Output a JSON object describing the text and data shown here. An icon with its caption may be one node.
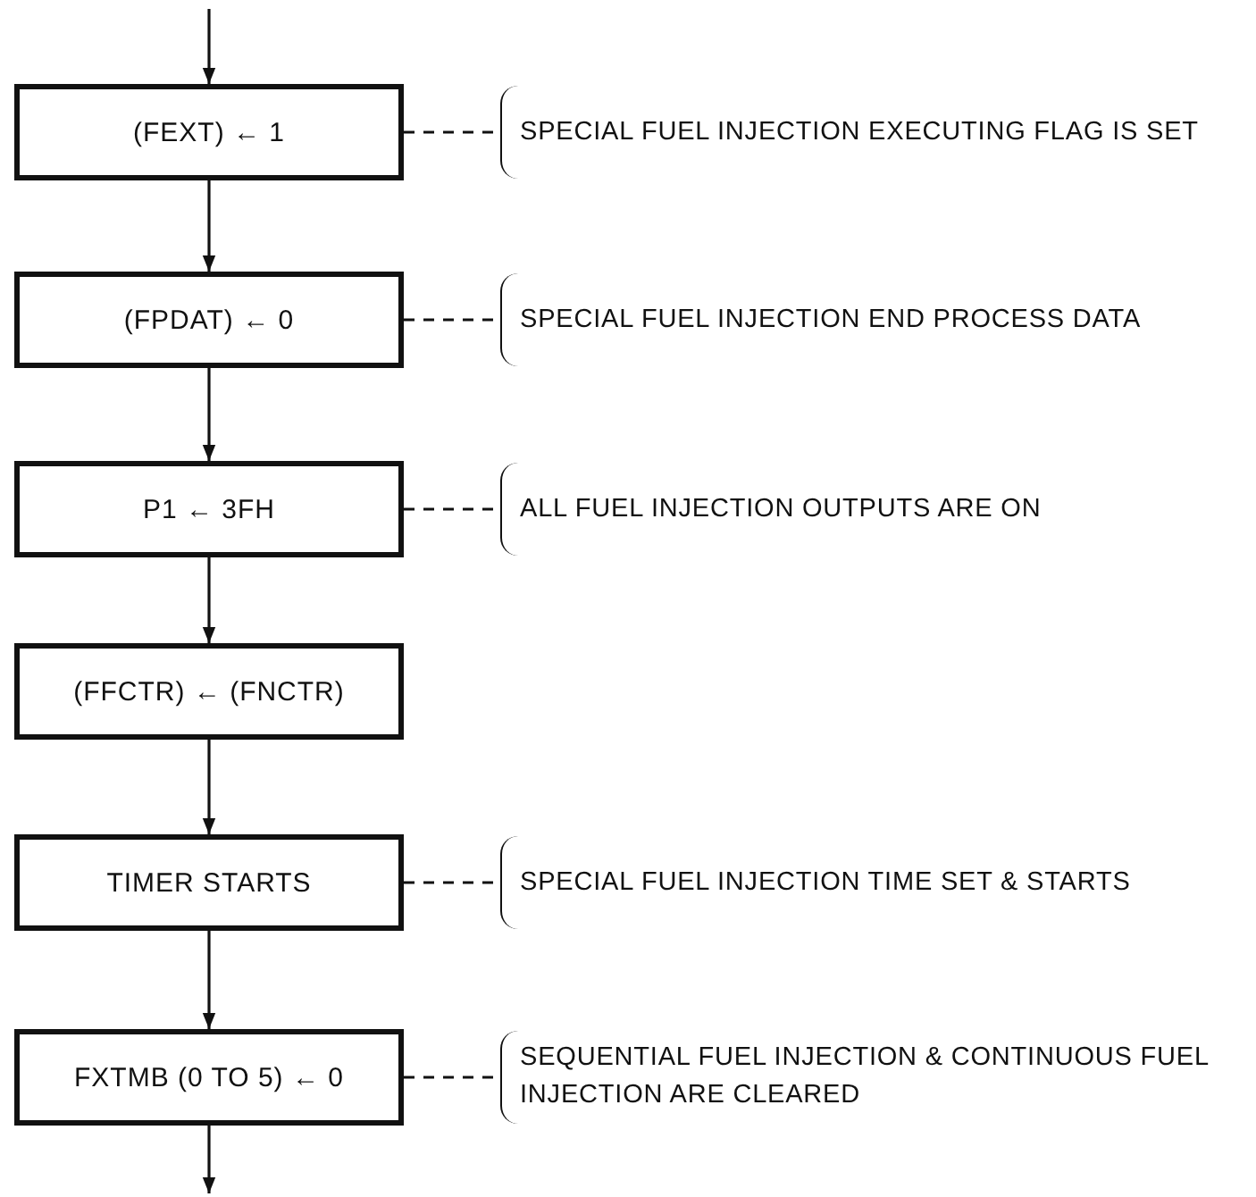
{
  "diagram": {
    "nodes": [
      {
        "text": [
          "(FEXT) ← 1"
        ]
      },
      {
        "text": [
          "(FPDAT) ← 0"
        ]
      },
      {
        "text": [
          "P1 ← 3FH"
        ]
      },
      {
        "text": [
          "(FFCTR) ← (FNCTR)"
        ]
      },
      {
        "text": [
          "TIMER STARTS"
        ]
      },
      {
        "text": [
          "FXTMB (0 TO 5) ← 0"
        ]
      },
      {
        "text": [
          "SPECIAL FUEL INJECTION EXECUTING FLAG IS SET"
        ]
      },
      {
        "text": [
          "SPECIAL FUEL INJECTION END PROCESS DATA"
        ]
      },
      {
        "text": [
          "ALL FUEL INJECTION OUTPUTS ARE ON"
        ]
      },
      {
        "text": [
          "SPECIAL FUEL INJECTION TIME SET & STARTS"
        ]
      },
      {
        "text": [
          "SEQUENTIAL FUEL INJECTION & CONTINUOUS FUEL INJECTION ARE CLEARED"
        ]
      }
    ],
    "edges": [
      {
        "from": null,
        "to": 0,
        "arrow": "to"
      },
      {
        "from": 0,
        "to": 1,
        "arrow": "to"
      },
      {
        "from": 1,
        "to": 2,
        "arrow": "to"
      },
      {
        "from": 2,
        "to": 3,
        "arrow": "to"
      },
      {
        "from": 3,
        "to": 4,
        "arrow": "to"
      },
      {
        "from": 4,
        "to": 5,
        "arrow": "to"
      },
      {
        "from": 5,
        "to": null,
        "arrow": "to"
      },
      {
        "from": 0,
        "to": 6,
        "arrow": "none",
        "style": "dashed"
      },
      {
        "from": 1,
        "to": 7,
        "arrow": "none",
        "style": "dashed"
      },
      {
        "from": 2,
        "to": 8,
        "arrow": "none",
        "style": "dashed"
      },
      {
        "from": 4,
        "to": 9,
        "arrow": "none",
        "style": "dashed"
      },
      {
        "from": 5,
        "to": 10,
        "arrow": "none",
        "style": "dashed"
      }
    ]
  }
}
